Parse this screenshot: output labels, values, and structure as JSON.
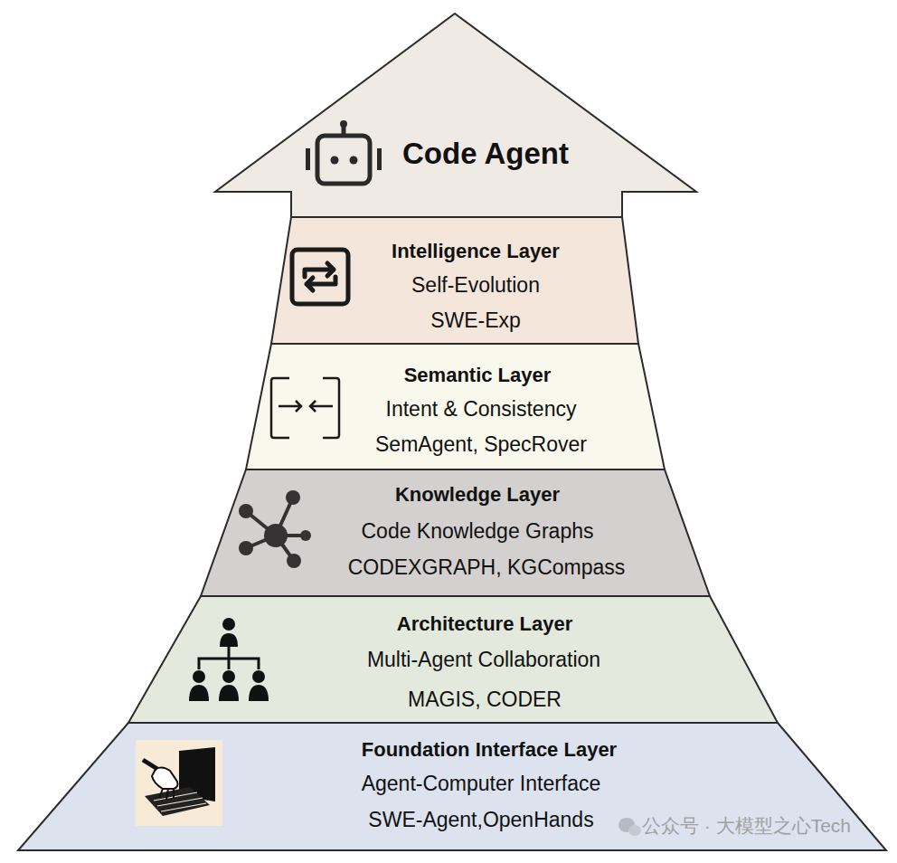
{
  "diagram": {
    "nodes": [
      {
        "text": [
          "Code Agent"
        ]
      },
      {
        "text": [
          "Intelligence Layer",
          "Self-Evolution",
          "SWE-Exp"
        ]
      },
      {
        "text": [
          "Semantic Layer",
          "Intent & Consistency",
          "SemAgent, SpecRover"
        ]
      },
      {
        "text": [
          "Knowledge Layer",
          "Code Knowledge Graphs",
          "CODEXGRAPH, KGCompass"
        ]
      },
      {
        "text": [
          "Architecture Layer",
          "Multi-Agent Collaboration",
          "MAGIS, CODER"
        ]
      },
      {
        "text": [
          "Foundation Interface Layer",
          "Agent-Computer Interface",
          "SWE-Agent,OpenHands"
        ]
      }
    ],
    "labels": [
      "公众号 · 大模型之心Tech"
    ]
  }
}
